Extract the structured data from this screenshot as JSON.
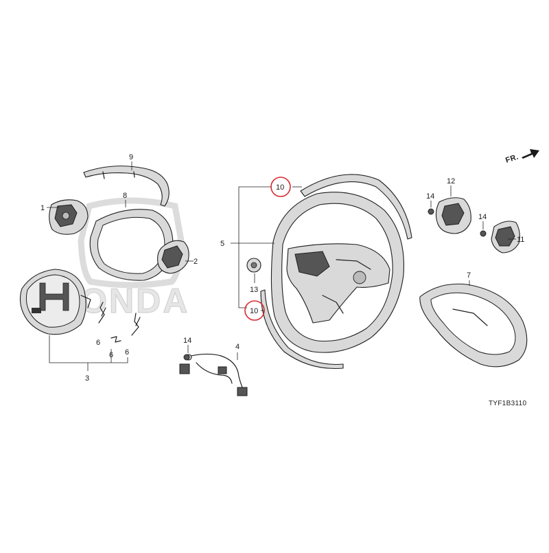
{
  "diagram": {
    "direction_label": "FR.",
    "diagram_code": "TYF1B3110",
    "watermark_text": "HONDA",
    "callouts": [
      {
        "id": "c1",
        "label": "1"
      },
      {
        "id": "c2",
        "label": "2"
      },
      {
        "id": "c3",
        "label": "3"
      },
      {
        "id": "c4",
        "label": "4"
      },
      {
        "id": "c5",
        "label": "5"
      },
      {
        "id": "c6a",
        "label": "6"
      },
      {
        "id": "c6b",
        "label": "6"
      },
      {
        "id": "c6c",
        "label": "6"
      },
      {
        "id": "c7",
        "label": "7"
      },
      {
        "id": "c8",
        "label": "8"
      },
      {
        "id": "c9",
        "label": "9"
      },
      {
        "id": "c10a",
        "label": "10",
        "highlighted": true
      },
      {
        "id": "c10b",
        "label": "10",
        "highlighted": true
      },
      {
        "id": "c11",
        "label": "11"
      },
      {
        "id": "c12",
        "label": "12"
      },
      {
        "id": "c13",
        "label": "13"
      },
      {
        "id": "c14a",
        "label": "14"
      },
      {
        "id": "c14b",
        "label": "14"
      },
      {
        "id": "c14c",
        "label": "14"
      }
    ],
    "colors": {
      "highlight": "#d9292f",
      "line": "#1e1e1e",
      "watermark": "#e6e6e6"
    }
  }
}
